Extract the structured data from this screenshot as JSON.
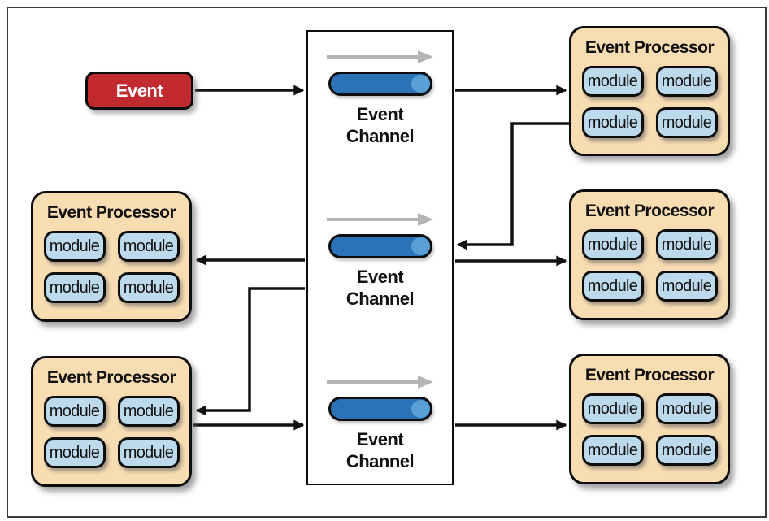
{
  "event": {
    "label": "Event"
  },
  "channel_box": {
    "channels": [
      {
        "label": "Event\nChannel"
      },
      {
        "label": "Event\nChannel"
      },
      {
        "label": "Event\nChannel"
      }
    ]
  },
  "processors": [
    {
      "title": "Event Processor",
      "modules": [
        "module",
        "module",
        "module",
        "module"
      ]
    },
    {
      "title": "Event Processor",
      "modules": [
        "module",
        "module",
        "module",
        "module"
      ]
    },
    {
      "title": "Event Processor",
      "modules": [
        "module",
        "module",
        "module",
        "module"
      ]
    },
    {
      "title": "Event Processor",
      "modules": [
        "module",
        "module",
        "module",
        "module"
      ]
    },
    {
      "title": "Event Processor",
      "modules": [
        "module",
        "module",
        "module",
        "module"
      ]
    }
  ],
  "icons": {
    "flow_arrow": "gray right-arrow above each channel pipe",
    "channel_pipe": "blue horizontal cylinder"
  },
  "connections": [
    {
      "from": "event",
      "to": "channel-1"
    },
    {
      "from": "channel-1",
      "to": "processor-top-right"
    },
    {
      "from": "processor-top-right",
      "to": "channel-2"
    },
    {
      "from": "channel-2",
      "to": "processor-middle-right"
    },
    {
      "from": "channel-2",
      "to": "processor-middle-left"
    },
    {
      "from": "channel-2",
      "to": "processor-bottom-left"
    },
    {
      "from": "processor-bottom-left",
      "to": "channel-3"
    },
    {
      "from": "channel-3",
      "to": "processor-bottom-right"
    }
  ],
  "colors": {
    "event_box": "#c12b30",
    "processor_fill": "#f8dcb2",
    "module_fill": "#bcdaec",
    "channel_pipe": "#2b72b8",
    "channel_pipe_cap": "#58a0d6",
    "flow_arrow_gray": "#b5b5b5",
    "connector_black": "#111111",
    "frame_border": "#3a3a3a"
  }
}
